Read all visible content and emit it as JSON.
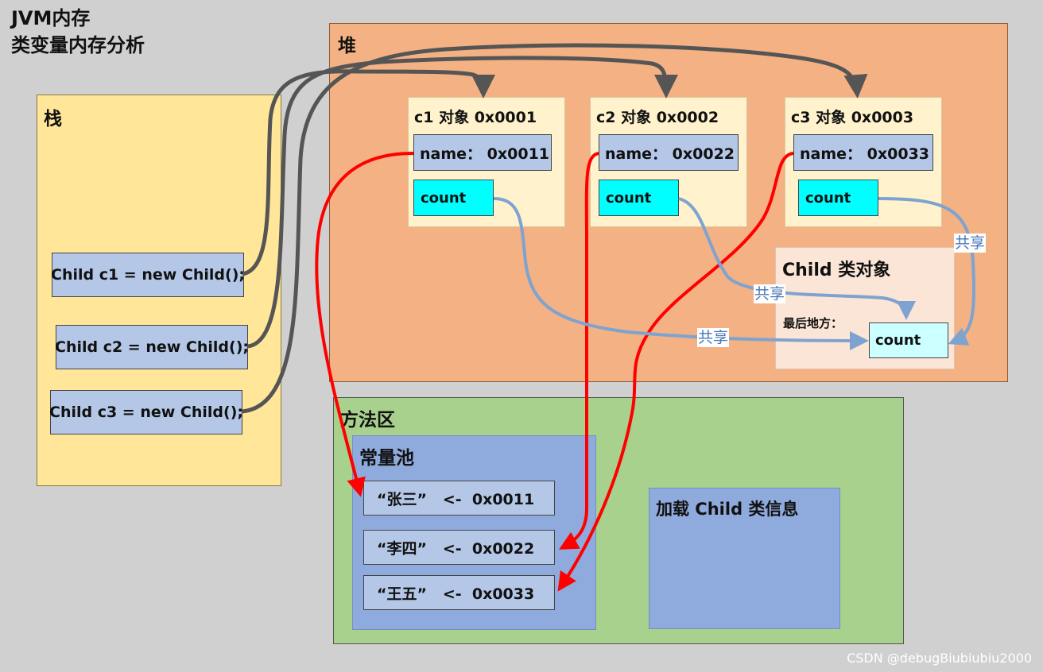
{
  "title": {
    "line1": "JVM内存",
    "line2": "类变量内存分析"
  },
  "stack": {
    "label": "栈",
    "items": [
      "Child c1 = new Child();",
      "Child c2 = new Child();",
      "Child c3 = new Child();"
    ]
  },
  "heap": {
    "label": "堆",
    "objects": [
      {
        "title": "c1 对象 0x0001",
        "name_field": "name： 0x0011",
        "count_field": "count"
      },
      {
        "title": "c2 对象 0x0002",
        "name_field": "name： 0x0022",
        "count_field": "count"
      },
      {
        "title": "c3 对象 0x0003",
        "name_field": "name： 0x0033",
        "count_field": "count"
      }
    ],
    "class_object": {
      "title": "Child 类对象",
      "note": "最后地方：",
      "count_field": "count"
    }
  },
  "method_area": {
    "label": "方法区",
    "constant_pool": {
      "label": "常量池",
      "entries": [
        "“张三”   <-  0x0011",
        "“李四”   <-  0x0022",
        "“王五”   <-  0x0033"
      ]
    },
    "class_info": {
      "label": "加载 Child 类信息"
    }
  },
  "share_labels": [
    "共享",
    "共享",
    "共享"
  ],
  "watermark": "CSDN @debugBiubiubiu2000",
  "colors": {
    "background": "#d0d0d0",
    "stack": "#ffe699",
    "heap": "#f4b183",
    "object": "#fff2cc",
    "field_name": "#b4c7e7",
    "field_count": "#00ffff",
    "class_object": "#fbe5d6",
    "method_area": "#a9d18e",
    "constant_pool": "#8faadc",
    "arrow_ref": "#555555",
    "arrow_string": "#ff0000",
    "arrow_share": "#7fa3d0"
  }
}
